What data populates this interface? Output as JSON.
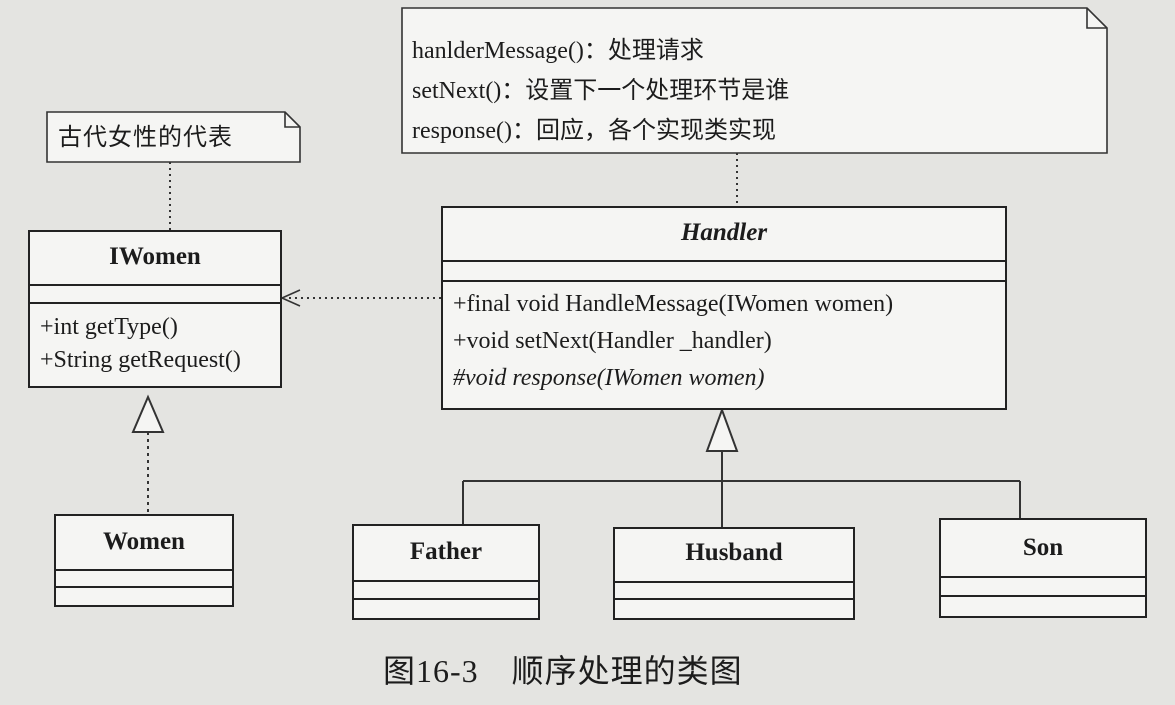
{
  "notes": {
    "iwomen_note": "古代女性的代表",
    "handler_note": [
      "hanlderMessage()：处理请求",
      "setNext()：设置下一个处理环节是谁",
      "response()：回应，各个实现类实现"
    ]
  },
  "classes": {
    "iwomen": {
      "name": "IWomen",
      "methods": [
        "+int getType()",
        "+String getRequest()"
      ]
    },
    "handler": {
      "name": "Handler",
      "methods": [
        "+final void HandleMessage(IWomen women)",
        "+void setNext(Handler _handler)",
        "#void response(IWomen women)"
      ]
    },
    "women": {
      "name": "Women"
    },
    "father": {
      "name": "Father"
    },
    "husband": {
      "name": "Husband"
    },
    "son": {
      "name": "Son"
    }
  },
  "caption": "图16-3　顺序处理的类图"
}
